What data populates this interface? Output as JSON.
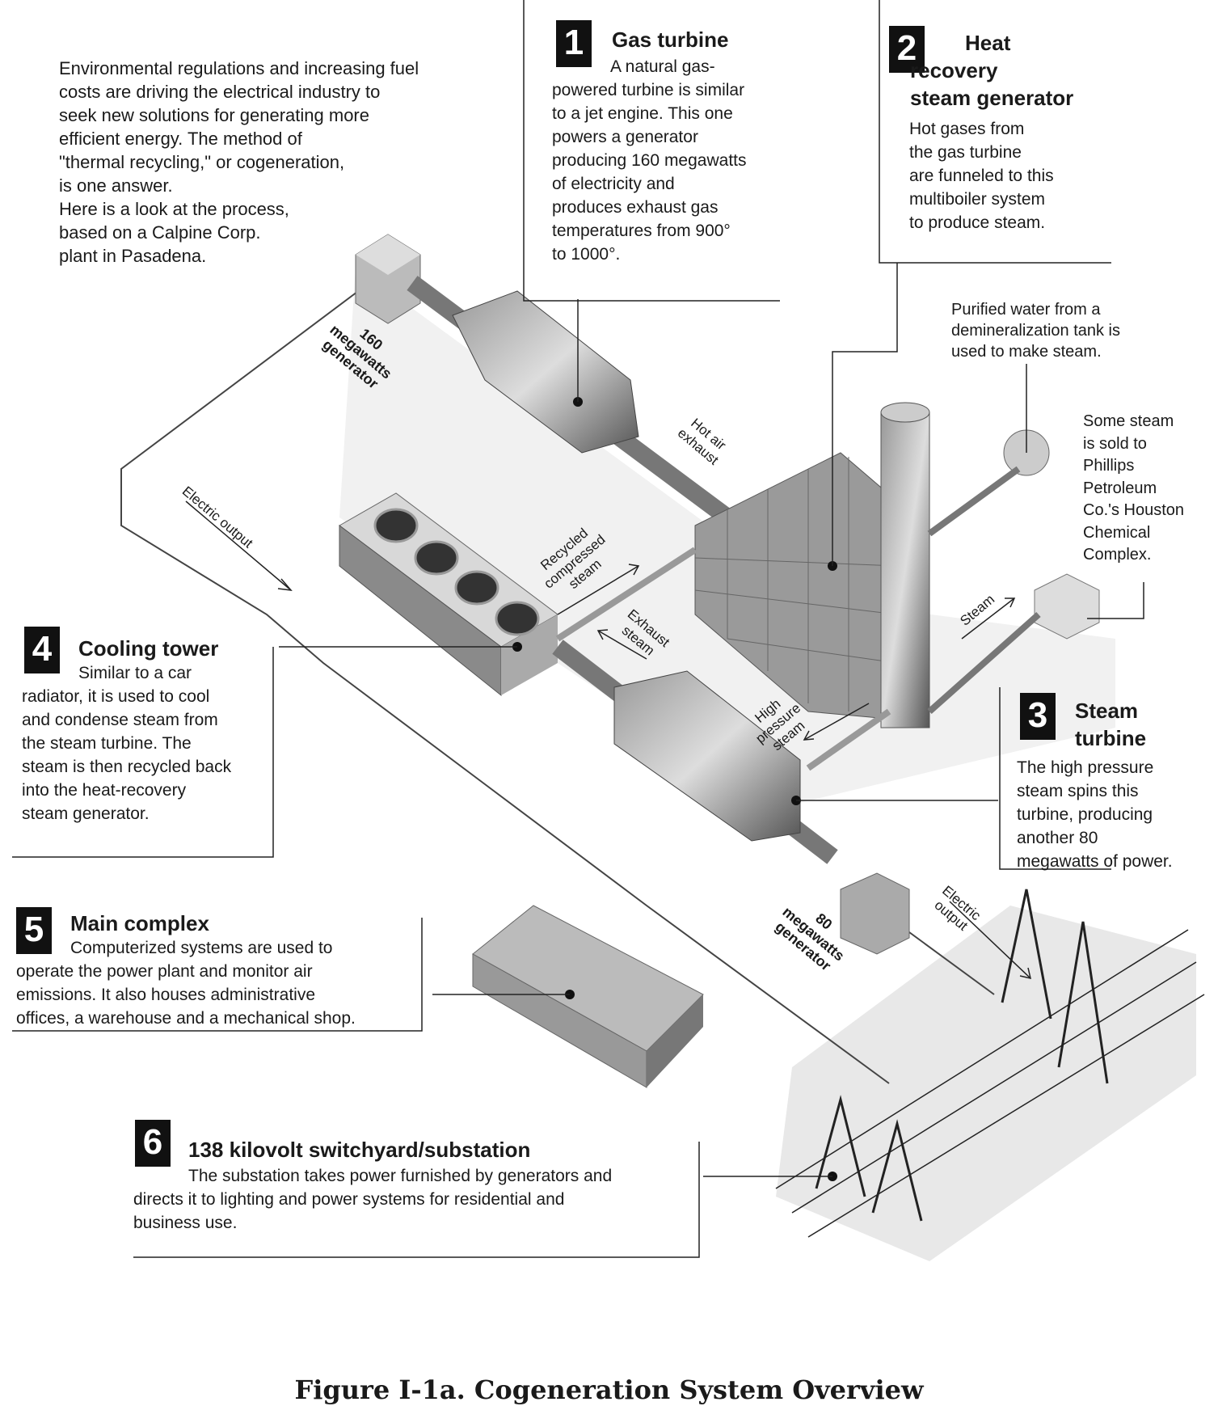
{
  "intro": "Environmental regulations and increasing fuel\ncosts are driving the electrical industry to\nseek new solutions for generating more\nefficient energy.  The method of\n\"thermal recycling,\" or cogeneration,\nis one answer.\nHere is a look at the process,\nbased on a Calpine Corp.\nplant in Pasadena.",
  "callouts": [
    {
      "number": "1",
      "title": "Gas turbine",
      "body": "A natural gas-\npowered turbine is similar\nto a jet engine. This one\npowers a generator\nproducing 160 megawatts\nof electricity and\nproduces exhaust gas\ntemperatures from 900°\nto 1000°."
    },
    {
      "number": "2",
      "title": "Heat\nrecovery\nsteam generator",
      "body": "Hot gases from\nthe gas turbine\nare funneled to this\nmultiboiler system\nto produce steam."
    },
    {
      "number": "3",
      "title": "Steam\nturbine",
      "body": "The high pressure\nsteam spins this\nturbine, producing\nanother 80\nmegawatts of power."
    },
    {
      "number": "4",
      "title": "Cooling tower",
      "body": "Similar to a car\nradiator, it is used to cool\nand condense steam from\nthe steam turbine. The\nsteam is then recycled back\ninto the heat-recovery\nsteam generator."
    },
    {
      "number": "5",
      "title": "Main complex",
      "body": "Computerized systems are used to\noperate the power plant and monitor air\nemissions. It also houses administrative\noffices, a warehouse and a mechanical shop."
    },
    {
      "number": "6",
      "title": "138 kilovolt switchyard/substation",
      "body": "The substation takes power furnished by generators and\ndirects it to lighting and power systems for residential and\nbusiness use."
    }
  ],
  "notes": {
    "purified_water": "Purified water from a\ndemineralization tank is\nused to make steam.",
    "steam_sold": "Some steam\nis sold to\nPhillips\nPetroleum\nCo.'s Houston\nChemical\nComplex."
  },
  "labels": {
    "gen160": "160\nmegawatts\ngenerator",
    "gen80": "80\nmegawatts\ngenerator",
    "electric_output_1": "Electric output",
    "electric_output_2": "Electric\noutput",
    "hot_air": "Hot air\nexhaust",
    "recycled": "Recycled\ncompressed\nsteam",
    "exhaust_steam": "Exhaust\nsteam",
    "high_pressure": "High\npressure\nsteam",
    "steam": "Steam"
  },
  "caption": "Figure I-1a. Cogeneration System Overview"
}
